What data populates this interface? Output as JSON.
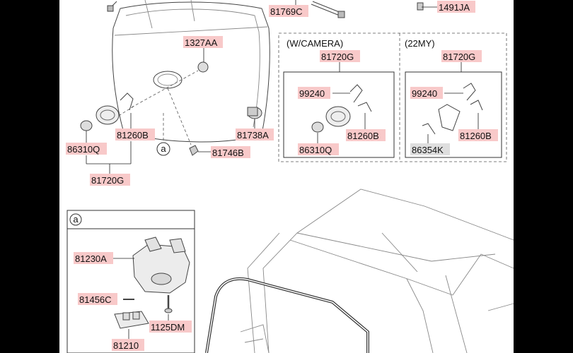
{
  "panels": {
    "camera_header": "(W/CAMERA)",
    "my22_header": "(22MY)",
    "detail_tag": "a"
  },
  "callouts": {
    "c81769C": "81769C",
    "c1491JA": "1491JA",
    "c1327AA": "1327AA",
    "c81720G_cam": "81720G",
    "c81720G_22my": "81720G",
    "c99240_cam": "99240",
    "c99240_22my": "99240",
    "c81260B_cam": "81260B",
    "c81260B_22my": "81260B",
    "c86310Q_cam": "86310Q",
    "c86354K": "86354K",
    "c81260B_main": "81260B",
    "c86310Q_main": "86310Q",
    "c81738A": "81738A",
    "c81746B": "81746B",
    "c81720G_main": "81720G",
    "c_a_main": "a",
    "c81230A": "81230A",
    "c81456C": "81456C",
    "c1125DM": "1125DM",
    "c81210": "81210"
  },
  "colors": {
    "callout_fill": "#f8c9c9",
    "callout_fill_alt": "#dedede",
    "background": "#ffffff",
    "frame": "#000000"
  }
}
